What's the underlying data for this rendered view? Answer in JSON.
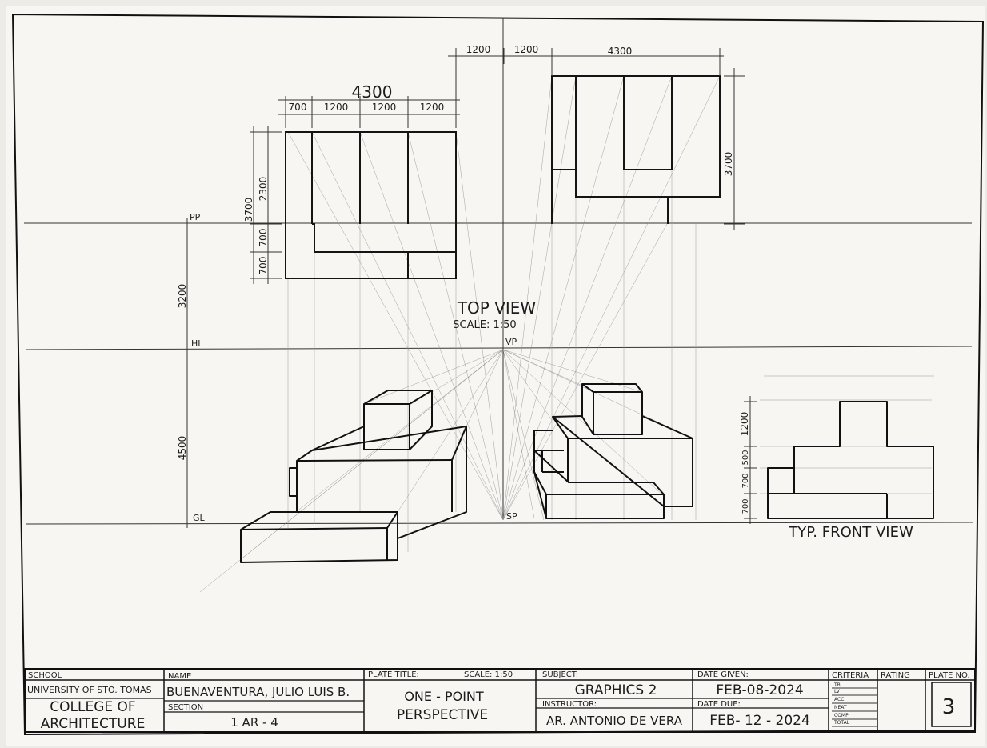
{
  "top_view": {
    "title": "TOP VIEW",
    "scale": "SCALE:  1:50",
    "dims_left": {
      "overall": "4300",
      "d1": "700",
      "d2": "1200",
      "d3": "1200",
      "d4": "1200"
    },
    "dims_left_vertical": {
      "overall": "3700",
      "d1": "2300",
      "d2": "700",
      "d3": "700"
    },
    "dims_right": {
      "a": "1200",
      "b": "1200",
      "c": "4300",
      "v": "3700"
    }
  },
  "perspective": {
    "pp": "PP",
    "hl": "HL",
    "gl": "GL",
    "vp": "VP",
    "sp": "SP",
    "height_hl": "3200",
    "height_gl": "4500"
  },
  "front_view": {
    "title": "TYP. FRONT VIEW",
    "dims": [
      "1200",
      "500",
      "700",
      "700"
    ]
  },
  "title_block": {
    "school_label": "SCHOOL",
    "school": "UNIVERSITY OF STO. TOMAS",
    "college_line1": "COLLEGE OF",
    "college_line2": "ARCHITECTURE",
    "name_label": "NAME",
    "name": "BUENAVENTURA, JULIO LUIS B.",
    "section_label": "SECTION",
    "section": "1 AR - 4",
    "plate_title_label": "PLATE TITLE:",
    "scale_label": "SCALE: 1:50",
    "plate_title_line1": "ONE - POINT",
    "plate_title_line2": "PERSPECTIVE",
    "subject_label": "SUBJECT:",
    "subject": "GRAPHICS 2",
    "instructor_label": "INSTRUCTOR:",
    "instructor": "AR. ANTONIO DE VERA",
    "date_given_label": "DATE GIVEN:",
    "date_given": "FEB-08-2024",
    "date_due_label": "DATE DUE:",
    "date_due": "FEB- 12 - 2024",
    "criteria_label": "CRITERIA",
    "criteria": [
      "TB",
      "LV",
      "ACC",
      "NEAT",
      "COMP",
      "TOTAL"
    ],
    "rating_label": "RATING",
    "plate_no_label": "PLATE NO.",
    "plate_no": "3"
  }
}
